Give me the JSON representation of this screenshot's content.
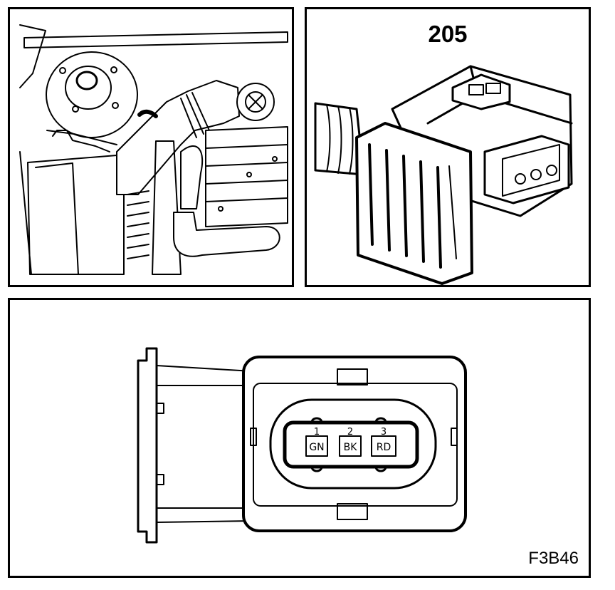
{
  "connector_label": "205",
  "figure_ref": "F3B46",
  "pins": [
    {
      "number": "1",
      "color": "GN"
    },
    {
      "number": "2",
      "color": "BK"
    },
    {
      "number": "3",
      "color": "RD"
    }
  ],
  "colors": {
    "ink": "#000000",
    "paper": "#ffffff"
  }
}
